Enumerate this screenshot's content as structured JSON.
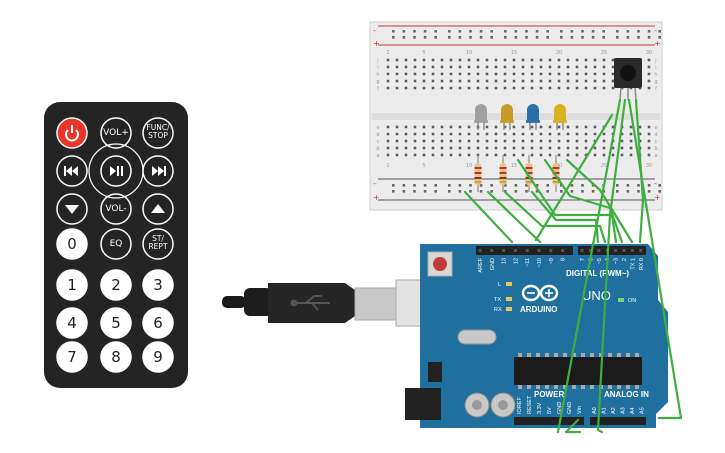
{
  "remote": {
    "buttons": [
      {
        "id": "power",
        "label": "",
        "name": "power-button",
        "shape": "circle-red"
      },
      {
        "id": "vol_up",
        "label": "VOL+",
        "name": "vol-up-button",
        "shape": "circle"
      },
      {
        "id": "func_stop",
        "label": "FUNC/ STOP",
        "name": "func-stop-button",
        "shape": "circle"
      },
      {
        "id": "rewind",
        "label": "",
        "name": "rewind-button",
        "shape": "dark"
      },
      {
        "id": "play_pause",
        "label": "",
        "name": "play-pause-button",
        "shape": "dark"
      },
      {
        "id": "fast_forward",
        "label": "",
        "name": "fast-forward-button",
        "shape": "dark"
      },
      {
        "id": "down",
        "label": "",
        "name": "down-button",
        "shape": "circle"
      },
      {
        "id": "vol_down",
        "label": "VOL-",
        "name": "vol-down-button",
        "shape": "circle"
      },
      {
        "id": "up",
        "label": "",
        "name": "up-button",
        "shape": "circle"
      },
      {
        "id": "zero",
        "label": "0",
        "name": "digit-0-button",
        "shape": "white"
      },
      {
        "id": "eq",
        "label": "EQ",
        "name": "eq-button",
        "shape": "circle"
      },
      {
        "id": "st_rept",
        "label": "ST/ REPT",
        "name": "st-rept-button",
        "shape": "circle"
      },
      {
        "id": "one",
        "label": "1",
        "name": "digit-1-button",
        "shape": "white"
      },
      {
        "id": "two",
        "label": "2",
        "name": "digit-2-button",
        "shape": "white"
      },
      {
        "id": "three",
        "label": "3",
        "name": "digit-3-button",
        "shape": "white"
      },
      {
        "id": "four",
        "label": "4",
        "name": "digit-4-button",
        "shape": "white"
      },
      {
        "id": "five",
        "label": "5",
        "name": "digit-5-button",
        "shape": "white"
      },
      {
        "id": "six",
        "label": "6",
        "name": "digit-6-button",
        "shape": "white"
      },
      {
        "id": "seven",
        "label": "7",
        "name": "digit-7-button",
        "shape": "white"
      },
      {
        "id": "eight",
        "label": "8",
        "name": "digit-8-button",
        "shape": "white"
      },
      {
        "id": "nine",
        "label": "9",
        "name": "digit-9-button",
        "shape": "white"
      }
    ]
  },
  "arduino": {
    "brand": "ARDUINO",
    "model": "UNO",
    "digital_label": "DIGITAL (PWM~)",
    "power_label": "POWER",
    "analog_label": "ANALOG IN",
    "on_label": "ON",
    "l_label": "L",
    "tx_label": "TX",
    "rx_label": "RX",
    "top_pins": [
      "AREF",
      "GND",
      "13",
      "12",
      "~11",
      "~10",
      "~9",
      "8",
      "7",
      "~6",
      "~5",
      "4",
      "~3",
      "2",
      "TX 1",
      "RX 0"
    ],
    "power_pins": [
      "IOREF",
      "RESET",
      "3.3V",
      "5V",
      "GND",
      "GND",
      "Vin"
    ],
    "analog_pins": [
      "A0",
      "A1",
      "A2",
      "A3",
      "A4",
      "A5"
    ]
  },
  "breadboard": {
    "rows": [
      "j",
      "i",
      "h",
      "g",
      "f",
      "e",
      "d",
      "c",
      "b",
      "a"
    ],
    "col_numbers": [
      "1",
      "5",
      "10",
      "15",
      "20",
      "25",
      "30"
    ],
    "rail_plus": "+",
    "rail_minus": "-"
  },
  "components": {
    "leds": [
      {
        "name": "led-white",
        "color": "#a0a0a0"
      },
      {
        "name": "led-yellow",
        "color": "#c89a2a"
      },
      {
        "name": "led-blue",
        "color": "#2a6fa8"
      },
      {
        "name": "led-amber",
        "color": "#d9b020"
      }
    ],
    "wire_color": "#3fae3f",
    "board_color": "#1f6f9f"
  }
}
